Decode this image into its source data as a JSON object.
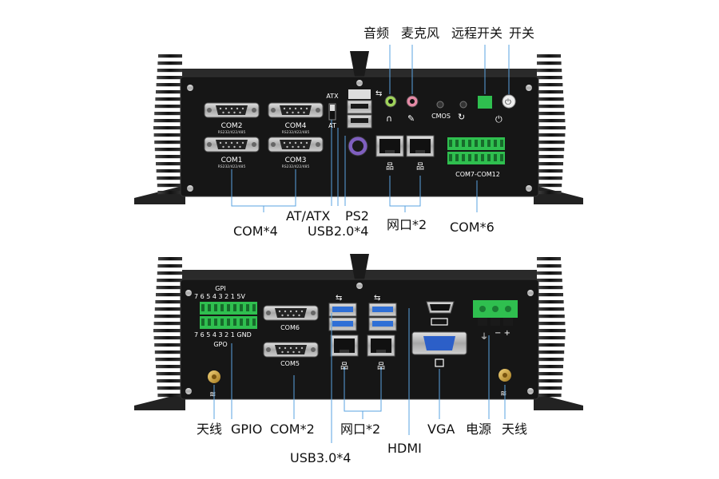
{
  "top_panel": {
    "callouts": {
      "audio": "音频",
      "mic": "麦克风",
      "remote_switch": "远程开关",
      "power_switch": "开关",
      "com4": "COM*4",
      "at_atx": "AT/ATX",
      "ps2": "PS2",
      "usb20": "USB2.0*4",
      "lan": "网口*2",
      "com6": "COM*6"
    },
    "labels": {
      "com1": "COM1",
      "com2": "COM2",
      "com3": "COM3",
      "com4": "COM4",
      "rs": "RS232/422/485",
      "atx": "ATX",
      "at": "AT",
      "cmos": "CMOS",
      "com7_12": "COM7-COM12"
    }
  },
  "bottom_panel": {
    "callouts": {
      "antenna_left": "天线",
      "gpio": "GPIO",
      "com2": "COM*2",
      "usb30": "USB3.0*4",
      "lan": "网口*2",
      "hdmi": "HDMI",
      "vga": "VGA",
      "power": "电源",
      "antenna_right": "天线"
    },
    "labels": {
      "gpi": "GPI",
      "gpi_pins": "7 6 5 4 3 2 1 5V",
      "gpo_pins": "7 6 5 4 3 2 1 GND",
      "gpo": "GPO",
      "com6": "COM6",
      "com5": "COM5",
      "power_polarity": "− +"
    }
  },
  "colors": {
    "chassis": "#1e1e1e",
    "panel": "#161616",
    "terminal_green": "#2fbf4f",
    "usb3_blue": "#2f6fd6",
    "vga_blue": "#2c5fc8",
    "audio_green": "#9fd35a",
    "mic_pink": "#e58aa6",
    "leader": "#5aa3e0"
  }
}
